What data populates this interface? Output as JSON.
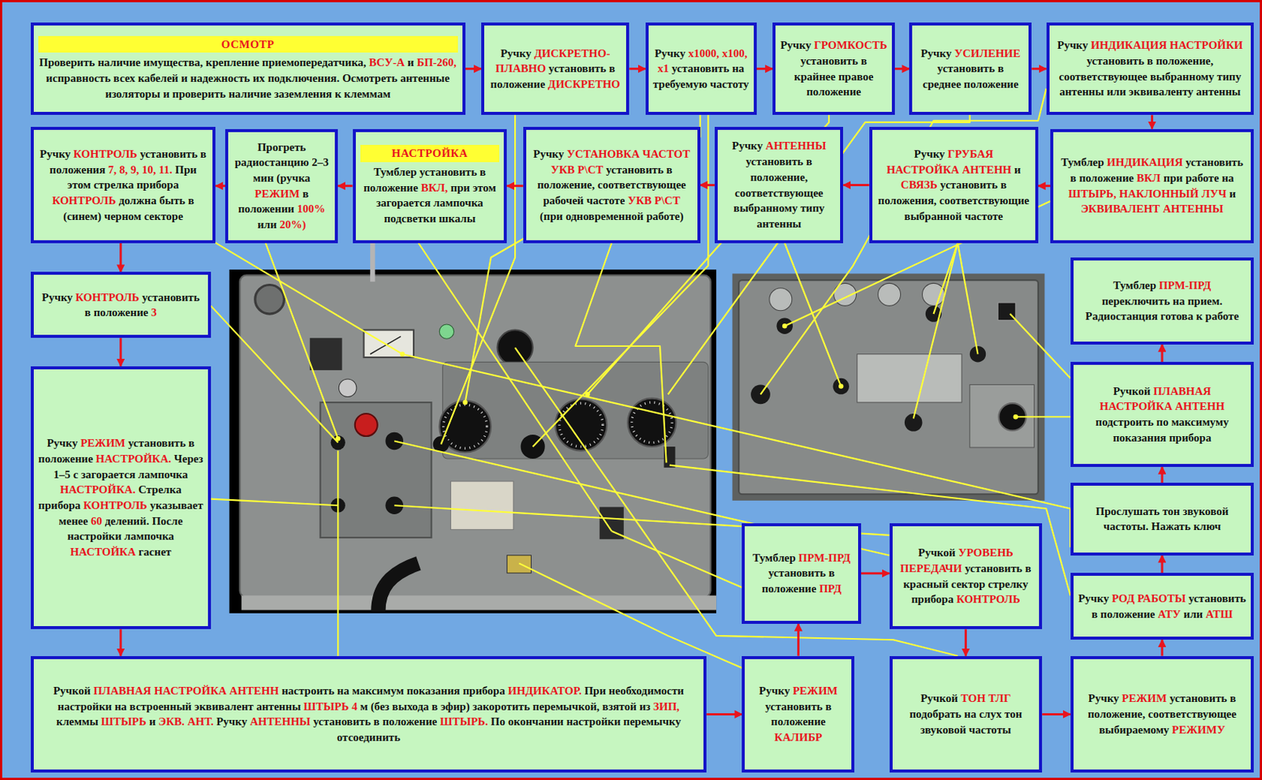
{
  "diagram": {
    "nodes": [
      {
        "text": [
          "ОСМОТР",
          "Проверить наличие имущества, крепление приемопередатчика, ВСУ-А и БП-260, исправность всех кабелей и надежность их подключения. Осмотреть антенные изоляторы и проверить наличие заземления к клеммам"
        ]
      },
      {
        "text": [
          "Ручку ДИСКРЕТНО-ПЛАВНО установить в положение ДИСКРЕТНО"
        ]
      },
      {
        "text": [
          "Ручку x1000, x100, x1 установить на требуемую частоту"
        ]
      },
      {
        "text": [
          "Ручку ГРОМКОСТЬ установить в крайнее правое положение"
        ]
      },
      {
        "text": [
          "Ручку УСИЛЕНИЕ установить в среднее положение"
        ]
      },
      {
        "text": [
          "Ручку ИНДИКАЦИЯ НАСТРОЙКИ установить в положение, соответствующее выбранному типу антенны или эквиваленту антенны"
        ]
      },
      {
        "text": [
          "Тумблер ИНДИКАЦИЯ установить в положение ВКЛ при работе на ШТЫРЬ, НАКЛОННЫЙ ЛУЧ и ЭКВИВАЛЕНТ АНТЕННЫ"
        ]
      },
      {
        "text": [
          "Ручку ГРУБАЯ НАСТРОЙКА АНТЕНН и СВЯЗЬ установить в положения, соответствующие выбранной частоте"
        ]
      },
      {
        "text": [
          "Ручку АНТЕННЫ установить в положение, соответствующее выбранному типу антенны"
        ]
      },
      {
        "text": [
          "Ручку УСТАНОВКА ЧАСТОТ УКВ Р\\СТ установить в положение, соответствующее рабочей частоте УКВ Р\\СТ (при одновременной работе)"
        ]
      },
      {
        "text": [
          "НАСТРОЙКА",
          "Тумблер установить в положение ВКЛ, при этом загорается лампочка подсветки шкалы"
        ]
      },
      {
        "text": [
          "Прогреть радиостанцию 2–3 мин (ручка РЕЖИМ в положении 100% или 20%)"
        ]
      },
      {
        "text": [
          "Ручку КОНТРОЛЬ установить в положения 7, 8, 9, 10, 11. При этом стрелка прибора КОНТРОЛЬ должна быть в (синем) черном секторе"
        ]
      },
      {
        "text": [
          "Ручку КОНТРОЛЬ установить в положение 3"
        ]
      },
      {
        "text": [
          "Ручку РЕЖИМ установить в положение НАСТРОЙКА. Через 1–5 с загорается лампочка НАСТРОЙКА. Стрелка прибора КОНТРОЛЬ указывает менее 60 делений. После настройки лампочка НАСТОЙКА гаснет"
        ]
      },
      {
        "text": [
          "Ручкой ПЛАВНАЯ НАСТРОЙКА АНТЕНН настроить на максимум показания прибора ИНДИКАТОР. При необходимости настройки на встроенный эквивалент антенны ШТЫРЬ 4 м (без выхода в эфир) закоротить перемычкой, взятой из ЗИП, клеммы ШТЫРЬ и ЭКВ. АНТ. Ручку АНТЕННЫ установить в положение ШТЫРЬ. По окончании настройки перемычку отсоединить"
        ]
      },
      {
        "text": [
          "Ручку РЕЖИМ установить в положение КАЛИБР"
        ]
      },
      {
        "text": [
          "Тумблер ПРМ-ПРД установить в положение ПРД"
        ]
      },
      {
        "text": [
          "Ручкой УРОВЕНЬ ПЕРЕДАЧИ установить в красный сектор стрелку прибора КОНТРОЛЬ"
        ]
      },
      {
        "text": [
          "Ручкой ТОН ТЛГ подобрать на слух тон звуковой частоты"
        ]
      },
      {
        "text": [
          "Ручку РЕЖИМ установить в положение, соответствующее выбираемому РЕЖИМУ"
        ]
      },
      {
        "text": [
          "Ручку РОД РАБОТЫ установить в положение АТУ или АТШ"
        ]
      },
      {
        "text": [
          "Прослушать тон звуковой частоты. Нажать ключ"
        ]
      },
      {
        "text": [
          "Ручкой ПЛАВНАЯ НАСТРОЙКА АНТЕНН подстроить по максимуму показания прибора"
        ]
      },
      {
        "text": [
          "Тумблер ПРМ-ПРД переключить на прием. Радиостанция готова к работе"
        ]
      }
    ],
    "edges": [
      {
        "from": 0,
        "to": 1,
        "arrow": "to"
      },
      {
        "from": 1,
        "to": 2,
        "arrow": "to"
      },
      {
        "from": 2,
        "to": 3,
        "arrow": "to"
      },
      {
        "from": 3,
        "to": 4,
        "arrow": "to"
      },
      {
        "from": 4,
        "to": 5,
        "arrow": "to"
      },
      {
        "from": 5,
        "to": 6,
        "arrow": "to"
      },
      {
        "from": 6,
        "to": 7,
        "arrow": "to"
      },
      {
        "from": 7,
        "to": 8,
        "arrow": "to"
      },
      {
        "from": 8,
        "to": 9,
        "arrow": "to"
      },
      {
        "from": 9,
        "to": 10,
        "arrow": "to"
      },
      {
        "from": 10,
        "to": 11,
        "arrow": "to"
      },
      {
        "from": 11,
        "to": 12,
        "arrow": "to"
      },
      {
        "from": 12,
        "to": 13,
        "arrow": "to"
      },
      {
        "from": 13,
        "to": 14,
        "arrow": "to"
      },
      {
        "from": 14,
        "to": 15,
        "arrow": "to"
      },
      {
        "from": 15,
        "to": 16,
        "arrow": "to"
      },
      {
        "from": 16,
        "to": 17,
        "arrow": "to"
      },
      {
        "from": 17,
        "to": 18,
        "arrow": "to"
      },
      {
        "from": 18,
        "to": 19,
        "arrow": "to"
      },
      {
        "from": 19,
        "to": 20,
        "arrow": "to"
      },
      {
        "from": 20,
        "to": 21,
        "arrow": "to"
      },
      {
        "from": 21,
        "to": 22,
        "arrow": "to"
      },
      {
        "from": 22,
        "to": 23,
        "arrow": "to"
      },
      {
        "from": 23,
        "to": 24,
        "arrow": "to"
      }
    ]
  }
}
